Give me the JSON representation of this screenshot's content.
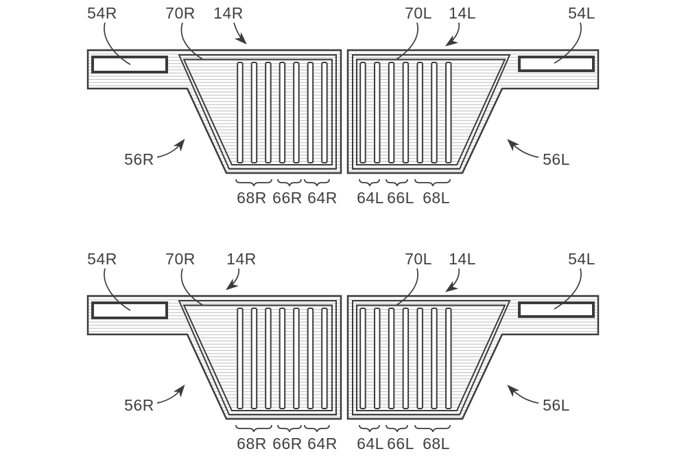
{
  "page": {
    "title": "Patent figure: mirrored right/left panel electrode patterns (shown twice)",
    "background": "#ffffff"
  },
  "colors": {
    "line": "#3b3b3b",
    "hatch": "#bcbcbc",
    "text": "#3f3f3f"
  },
  "figure_top": {
    "callouts": {
      "54R": "54R",
      "70R": "70R",
      "14R": "14R",
      "70L": "70L",
      "14L": "14L",
      "54L": "54L",
      "56R": "56R",
      "56L": "56L",
      "68R": "68R",
      "66R": "66R",
      "64R": "64R",
      "64L": "64L",
      "66L": "66L",
      "68L": "68L"
    }
  },
  "figure_bottom": {
    "callouts": {
      "54R": "54R",
      "70R": "70R",
      "14R": "14R",
      "70L": "70L",
      "14L": "14L",
      "54L": "54L",
      "56R": "56R",
      "56L": "56L",
      "68R": "68R",
      "66R": "66R",
      "64R": "64R",
      "64L": "64L",
      "66L": "66L",
      "68L": "68L"
    }
  },
  "structure": {
    "slots_per_panel": 7,
    "slot_groups": [
      {
        "label": "68R",
        "slots": 3
      },
      {
        "label": "66R",
        "slots": 2
      },
      {
        "label": "64R",
        "slots": 2
      },
      {
        "label": "64L",
        "slots": 2
      },
      {
        "label": "66L",
        "slots": 2
      },
      {
        "label": "68L",
        "slots": 3
      }
    ]
  }
}
